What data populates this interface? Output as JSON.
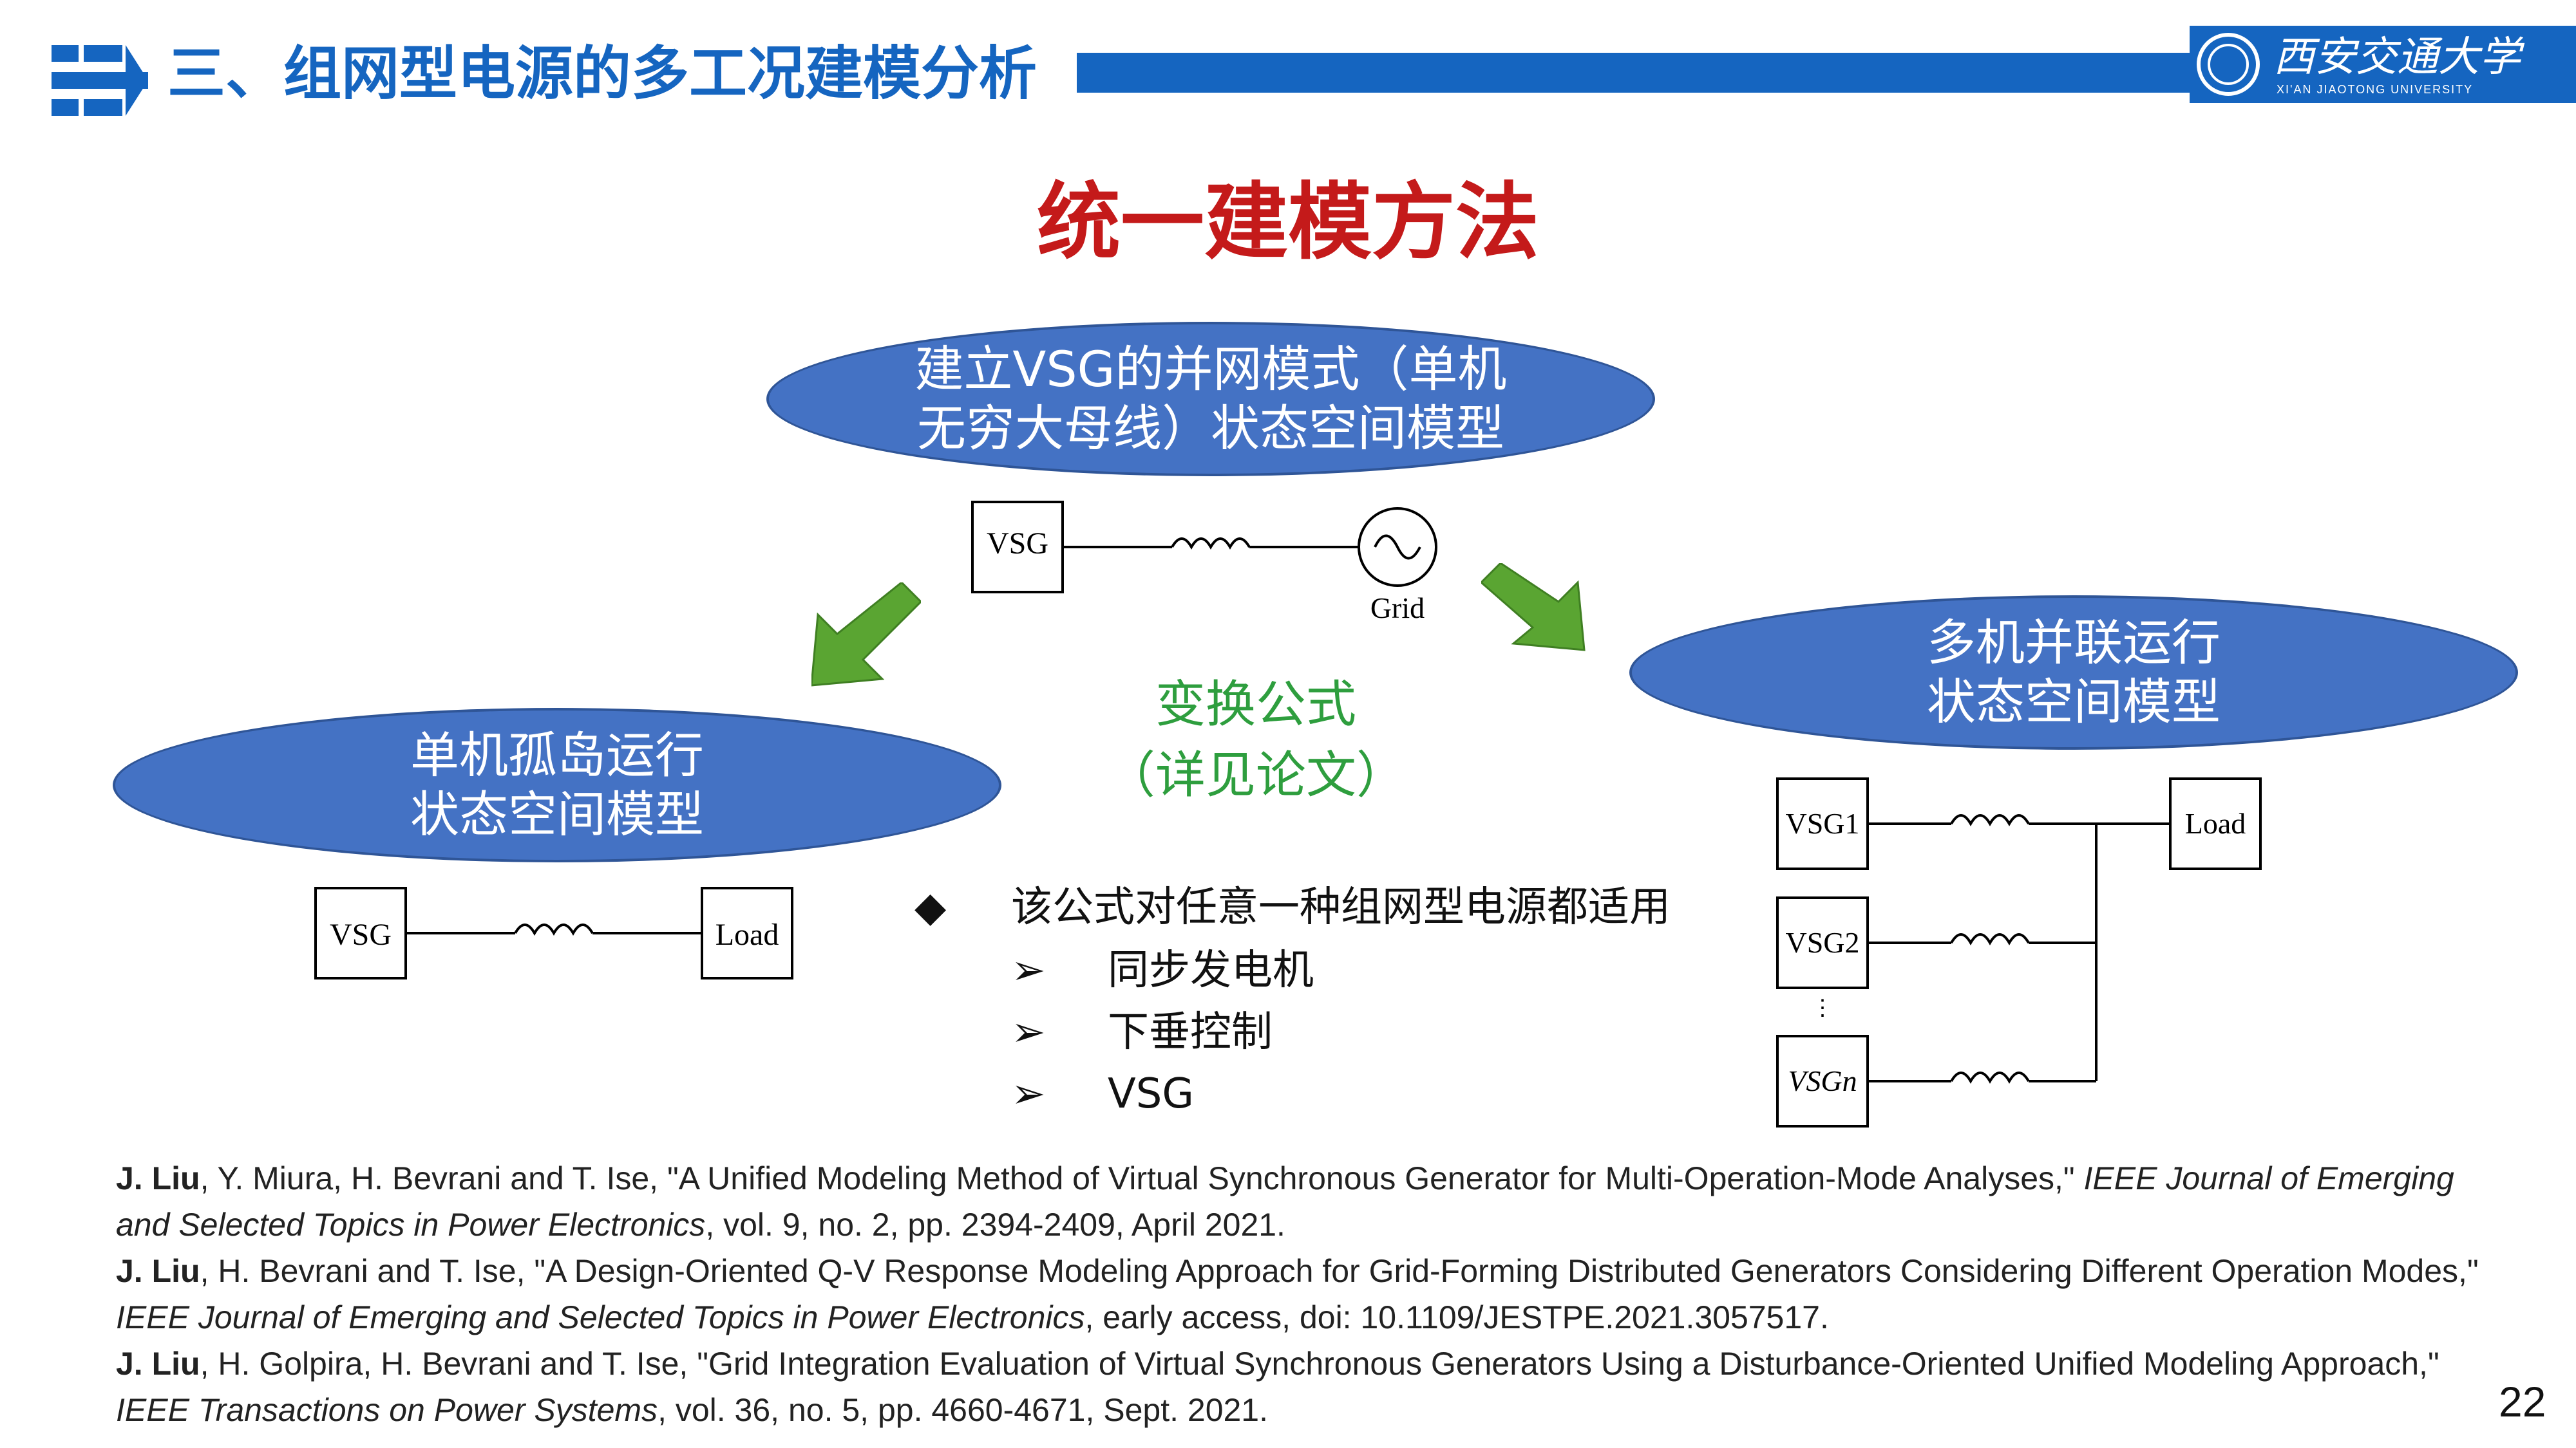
{
  "header": {
    "section_title": "三、组网型电源的多工况建模分析",
    "university_cn": "西安交通大学",
    "university_en": "XI'AN JIAOTONG UNIVERSITY"
  },
  "main_title": "统一建模方法",
  "ellipses": {
    "top": [
      "建立VSG的并网模式（单机",
      "无穷大母线）状态空间模型"
    ],
    "left": [
      "单机孤岛运行",
      "状态空间模型"
    ],
    "right": [
      "多机并联运行",
      "状态空间模型"
    ]
  },
  "formula_note": [
    "变换公式",
    "（详见论文）"
  ],
  "diagrams": {
    "top": {
      "source": "VSG",
      "grid": "Grid"
    },
    "left": {
      "source": "VSG",
      "load": "Load"
    },
    "right": {
      "sources": [
        "VSG1",
        "VSG2",
        "VSGn"
      ],
      "load": "Load",
      "ellipsis": "⋮"
    }
  },
  "bullets": {
    "main": "该公式对任意一种组网型电源都适用",
    "main_glyph": "◆",
    "sub_glyph": "➢",
    "items": [
      "同步发电机",
      "下垂控制",
      "VSG"
    ]
  },
  "references": [
    {
      "author": "J. Liu",
      "rest_1": ", Y. Miura, H. Bevrani and T. Ise, \"A Unified Modeling Method of Virtual Synchronous Generator for Multi-Operation-Mode Analyses,\" ",
      "journal": "IEEE Journal of Emerging and Selected Topics in Power Electronics",
      "rest_2": ", vol. 9, no. 2, pp. 2394-2409, April 2021."
    },
    {
      "author": "J. Liu",
      "rest_1": ", H. Bevrani and T. Ise, \"A Design-Oriented Q-V Response Modeling Approach for Grid-Forming Distributed Generators Considering Different Operation Modes,\" ",
      "journal": "IEEE Journal of Emerging and Selected Topics in Power Electronics",
      "rest_2": ", early access, doi: 10.1109/JESTPE.2021.3057517."
    },
    {
      "author": "J. Liu",
      "rest_1": ", H. Golpira, H. Bevrani and T. Ise, \"Grid Integration Evaluation of Virtual Synchronous Generators Using a Disturbance-Oriented Unified Modeling Approach,\" ",
      "journal": "IEEE Transactions on Power Systems",
      "rest_2": ", vol. 36, no. 5, pp. 4660-4671, Sept. 2021."
    }
  ],
  "page_number": "22",
  "colors": {
    "brand_blue": "#1565c0",
    "title_red": "#c41a1a",
    "ellipse_blue": "#4472c4",
    "arrow_green": "#5aa532",
    "note_green": "#2e9e3e"
  }
}
